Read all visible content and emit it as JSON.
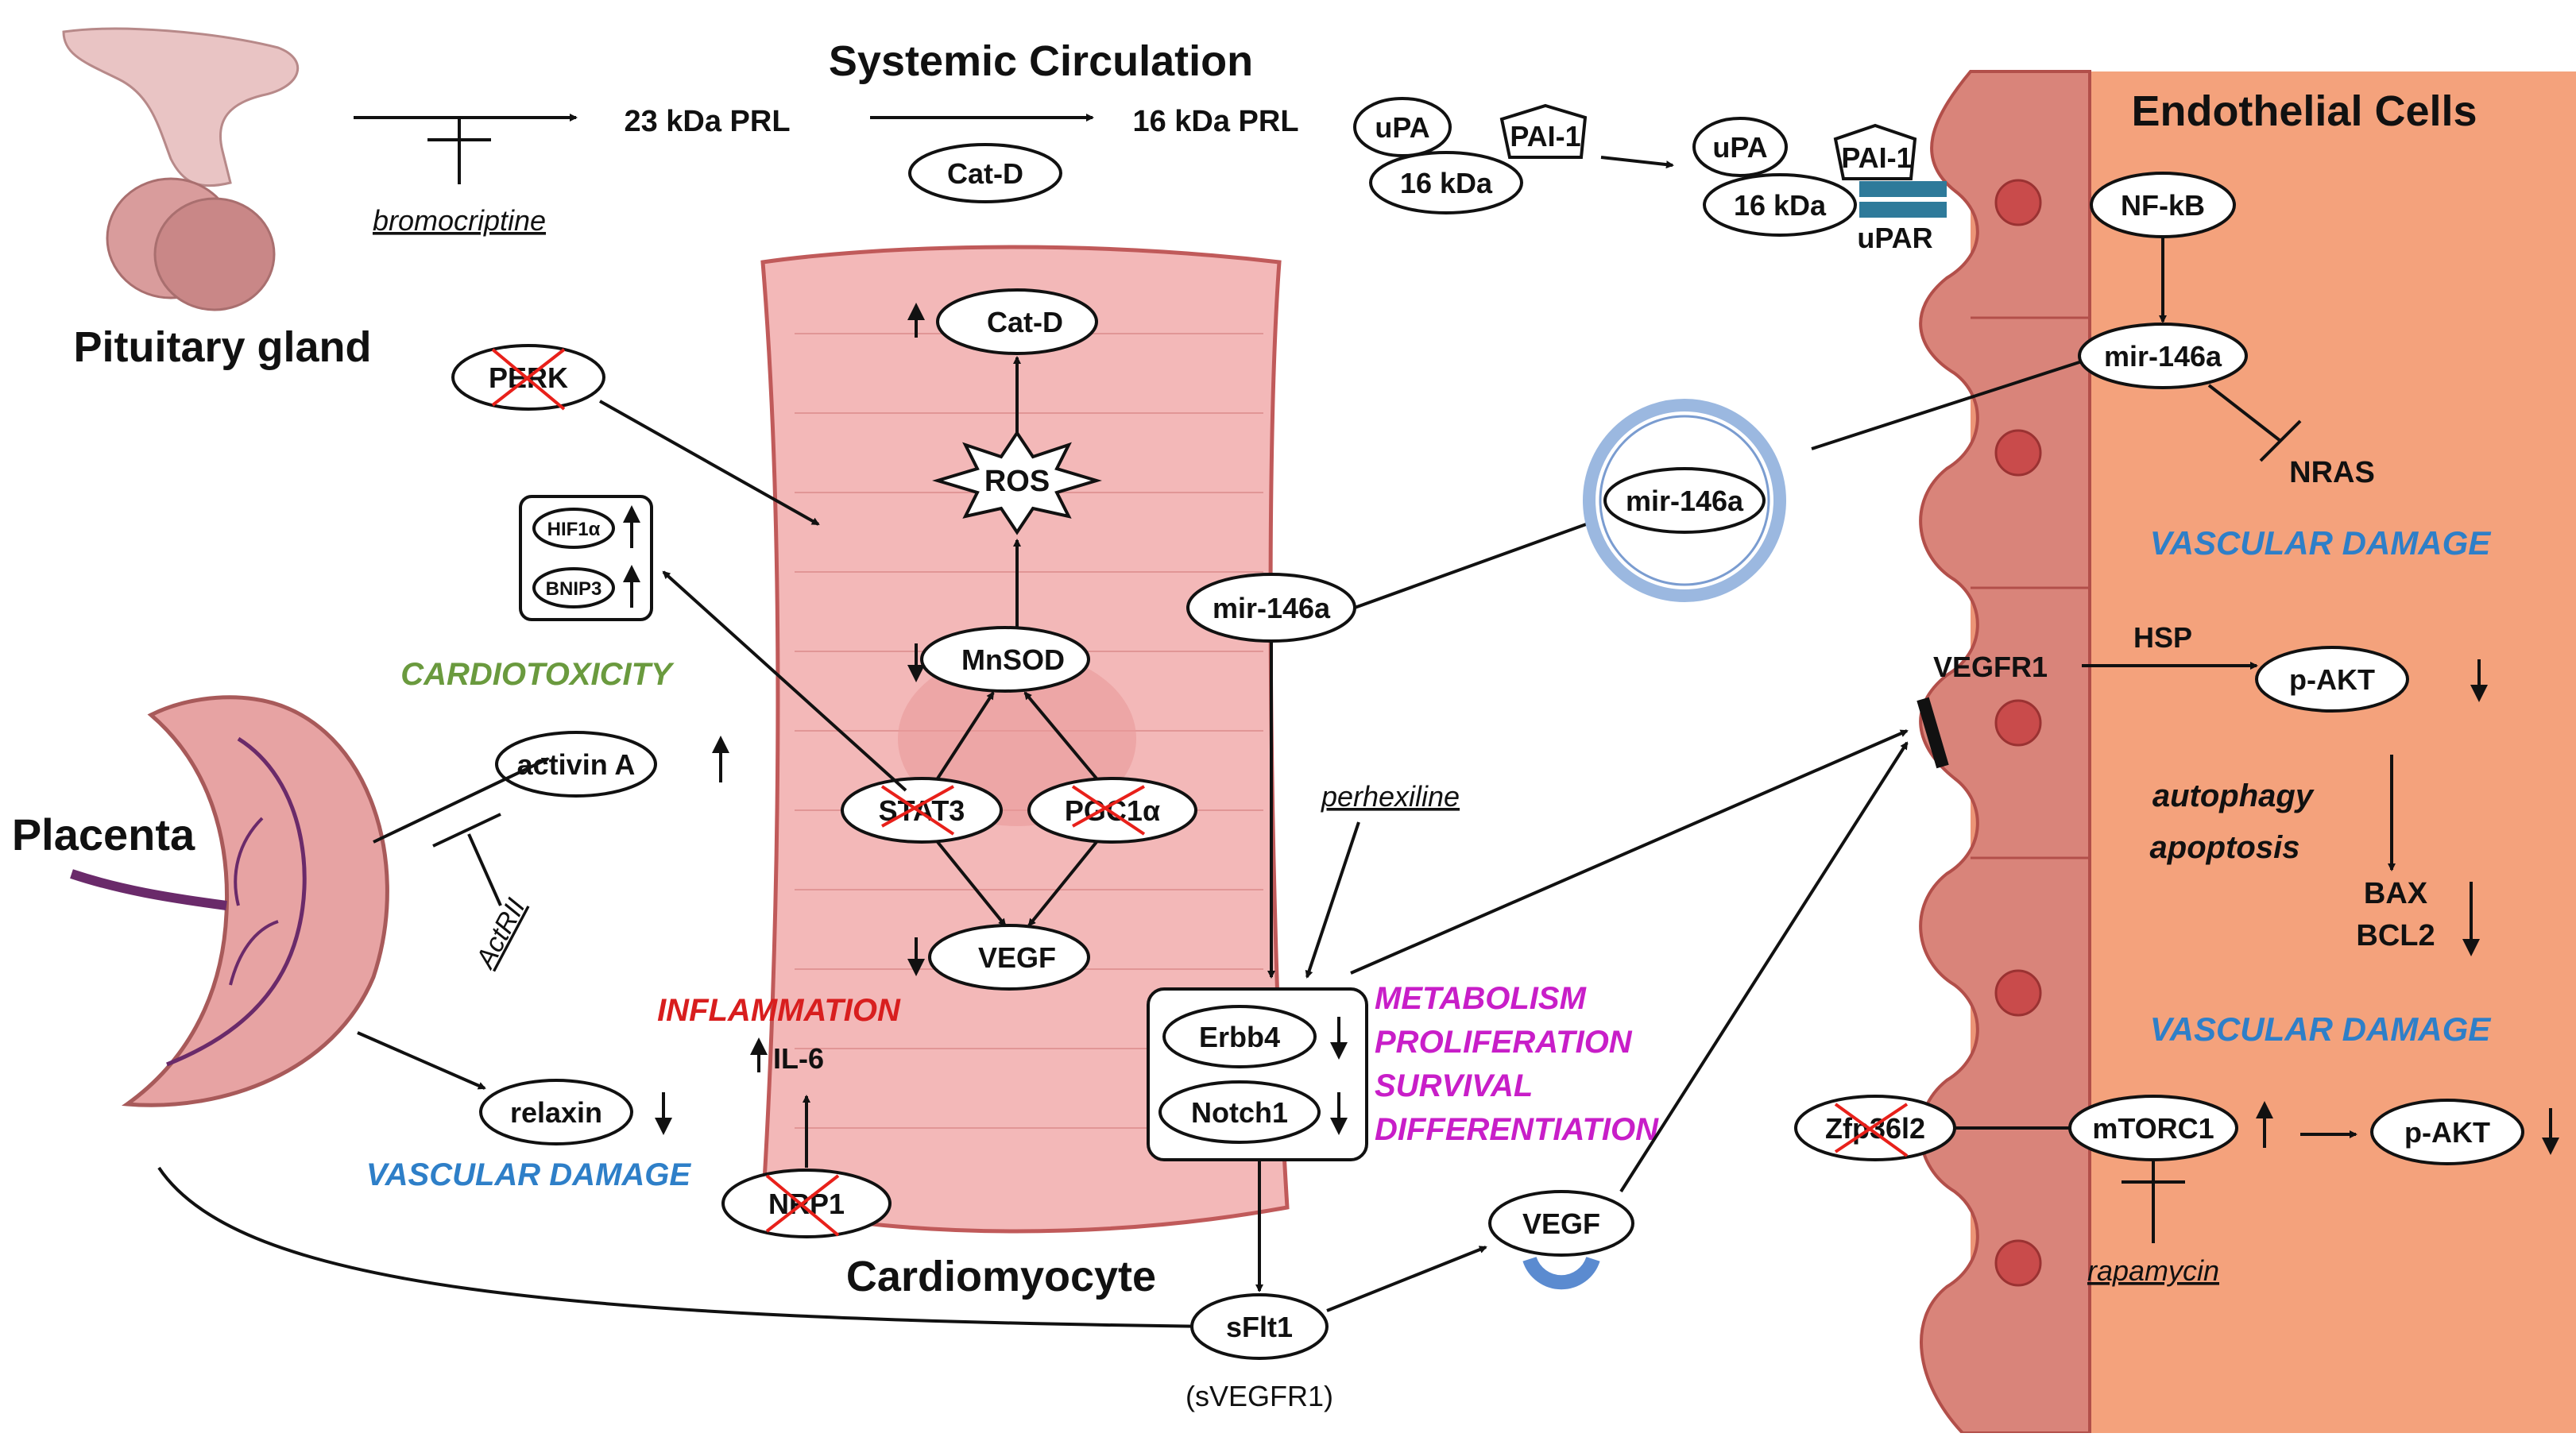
{
  "headings": {
    "systemic": "Systemic Circulation",
    "endothelial": "Endothelial Cells",
    "pituitary": "Pituitary gland",
    "placenta": "Placenta",
    "cardiomyocyte": "Cardiomyocyte"
  },
  "drugs": {
    "bromocriptine": "bromocriptine",
    "actrii": "ActRII",
    "perhexiline": "perhexiline",
    "rapamycin": "rapamycin"
  },
  "labels": {
    "prl23": "23 kDa PRL",
    "prl16": "16 kDa PRL",
    "catd_sys": "Cat-D",
    "upa1": "uPA",
    "kda1": "16 kDa",
    "pai1": "PAI-1",
    "upa2": "uPA",
    "kda2": "16 kDa",
    "pai2": "PAI-1",
    "upar": "uPAR",
    "catd": "Cat-D",
    "ros": "ROS",
    "mnsod": "MnSOD",
    "stat3": "STAT3",
    "pgc1a": "PGC1α",
    "vegf_cm": "VEGF",
    "perk": "PERK",
    "hif1a": "HIF1α",
    "bnip3": "BNIP3",
    "activin": "activin A",
    "relaxin": "relaxin",
    "il6": "IL-6",
    "nrp1": "NRP1",
    "mir_cm": "mir-146a",
    "mir_vesicle": "mir-146a",
    "erbb4": "Erbb4",
    "notch1": "Notch1",
    "sflt1": "sFlt1",
    "svegfr1": "(sVEGFR1)",
    "vegf_free": "VEGF",
    "nfkb": "NF-kB",
    "mir_ec": "mir-146a",
    "nras": "NRAS",
    "vegfr1": "VEGFR1",
    "hsp": "HSP",
    "pakt1": "p-AKT",
    "bax": "BAX",
    "bcl2": "BCL2",
    "zfp": "Zfp36l2",
    "mtorc1": "mTORC1",
    "pakt2": "p-AKT"
  },
  "effects": {
    "cardiotoxicity": "CARDIOTOXICITY",
    "inflammation": "INFLAMMATION",
    "vascular_left": "VASCULAR DAMAGE",
    "vascular_ec1": "VASCULAR DAMAGE",
    "vascular_ec2": "VASCULAR DAMAGE",
    "metabolism": "METABOLISM",
    "proliferation": "PROLIFERATION",
    "survival": "SURVIVAL",
    "differentiation": "DIFFERENTIATION",
    "autophagy": "autophagy",
    "apoptosis": "apoptosis"
  },
  "colors": {
    "cardiotoxicity": "#6a9a3e",
    "inflammation": "#d81e1e",
    "vascular": "#2e7fc8",
    "process": "#c81ec8",
    "inhibited_cross": "#e8201a",
    "endothelium": "#f4a27c",
    "endothelium_border": "#c0504d",
    "cardiomyocyte": "#f3b8b8",
    "vesicle": "#9bb8e0",
    "receptor": "#2e7a9a"
  }
}
